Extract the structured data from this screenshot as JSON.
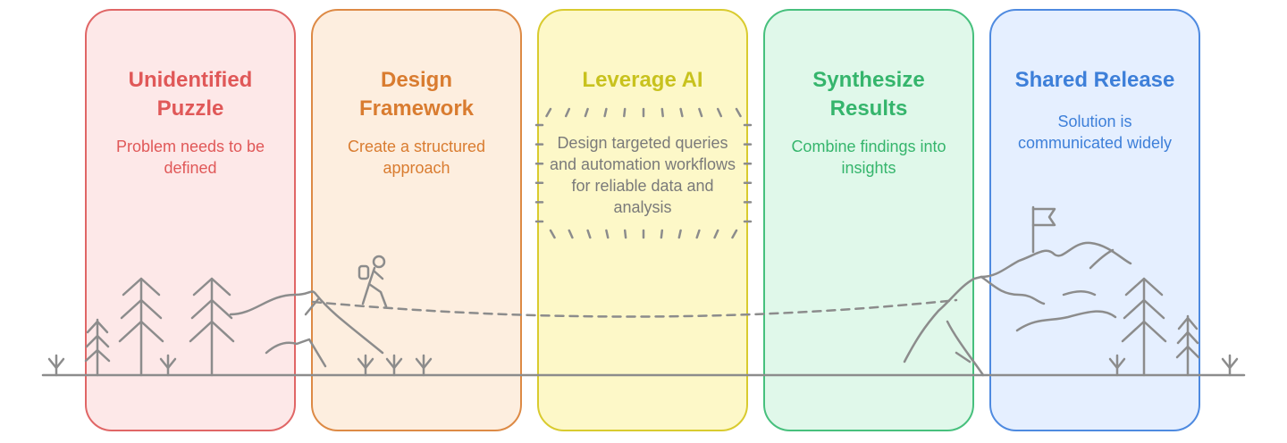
{
  "stages": [
    {
      "title": "Unidentified Puzzle",
      "description": "Problem needs to be defined",
      "accent": "#e06666"
    },
    {
      "title": "Design Framework",
      "description": "Create a structured approach",
      "accent": "#dd8a45"
    },
    {
      "title": "Leverage AI",
      "description": "Design targeted queries and automation workflows for reliable data and analysis",
      "accent": "#d9cb2f"
    },
    {
      "title": "Synthesize Results",
      "description": "Combine findings into insights",
      "accent": "#47c07d"
    },
    {
      "title": "Shared Release",
      "description": "Solution is communicated widely",
      "accent": "#4e8ae0"
    }
  ],
  "icons": {
    "hiker": "hiker-icon",
    "flag": "flag-icon",
    "highlight": "sunburst-icon"
  }
}
